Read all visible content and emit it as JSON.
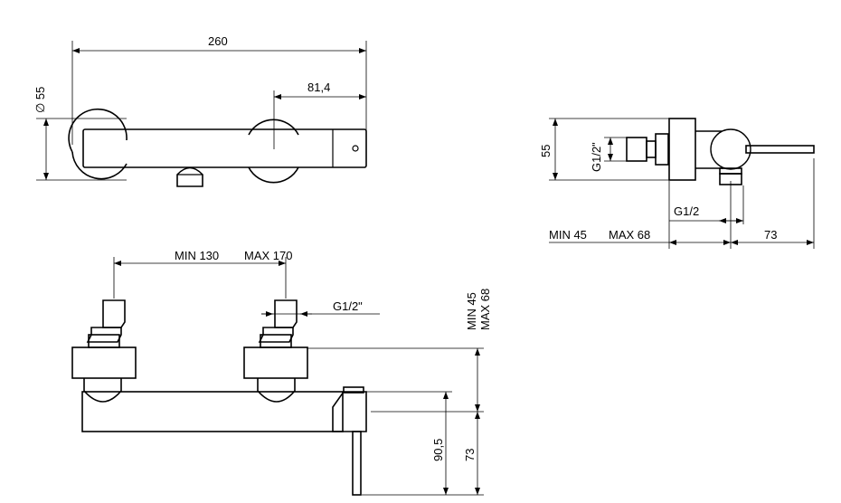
{
  "top_view": {
    "overall_length": "260",
    "diameter": "∅ 55",
    "handle_offset": "81,4"
  },
  "side_view": {
    "height": "55",
    "inlet_thread": "G1/2\"",
    "outlet_thread": "G1/2",
    "range_min": "MIN 45",
    "range_max": "MAX 68",
    "lever_length": "73"
  },
  "front_view": {
    "center_min": "MIN 130",
    "center_max": "MAX 170",
    "inlet_thread": "G1/2\"",
    "depth_min": "MIN 45",
    "depth_max": "MAX 68",
    "outlet_height": "90,5",
    "body_height": "73"
  }
}
